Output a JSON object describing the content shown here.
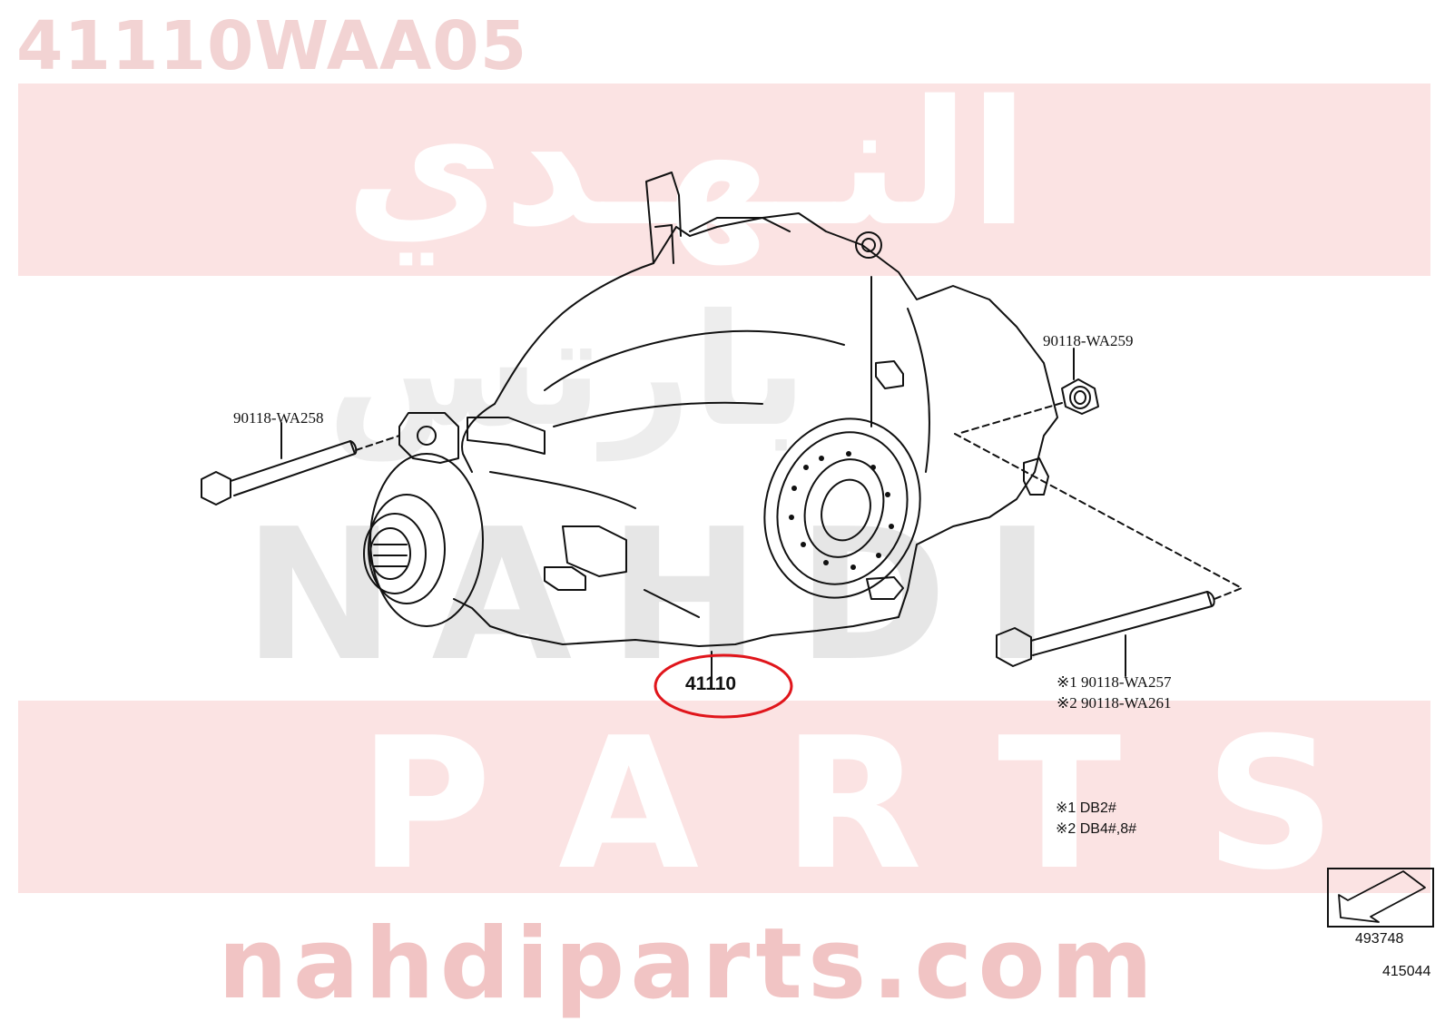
{
  "watermark": {
    "part_code": "41110WAA05",
    "arabic_brand": "النـهـدي",
    "arabic_sub": "بارتس",
    "brand_latin": "NAHDI",
    "parts_word": "PARTS",
    "website": "nahdiparts.com",
    "band_color": "#fbe3e3"
  },
  "diagram": {
    "main_part": "41110",
    "highlight_color": "#e0151b",
    "bolt_left": "90118-WA258",
    "nut_right": "90118-WA259",
    "bolt_long_1": "※1 90118-WA257",
    "bolt_long_2": "※2 90118-WA261",
    "notes": [
      "※1  DB2#",
      "※2  DB4#,8#"
    ],
    "callout_number": "493748",
    "figure_number": "415044"
  }
}
